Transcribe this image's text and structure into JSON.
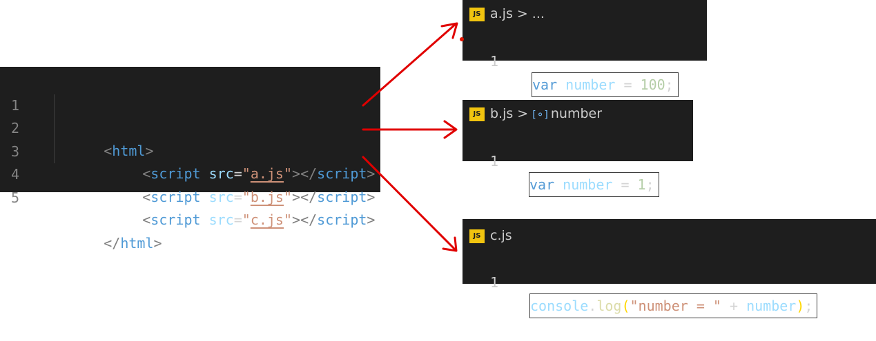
{
  "html_file": {
    "lines": [
      {
        "num": "1",
        "open": "<",
        "tag": "html",
        "close": ">"
      },
      {
        "num": "2",
        "indent": "    ",
        "open": "<",
        "tag": "script",
        "attr": "src",
        "eq": "=",
        "q1": "\"",
        "file": "a.js",
        "q2": "\"",
        "mid": "></",
        "tag2": "script",
        "close": ">"
      },
      {
        "num": "3",
        "indent": "    ",
        "open": "<",
        "tag": "script",
        "attr": "src",
        "eq": "=",
        "q1": "\"",
        "file": "b.js",
        "q2": "\"",
        "mid": "></",
        "tag2": "script",
        "close": ">"
      },
      {
        "num": "4",
        "indent": "    ",
        "open": "<",
        "tag": "script",
        "attr": "src",
        "eq": "=",
        "q1": "\"",
        "file": "c.js",
        "q2": "\"",
        "mid": "></",
        "tag2": "script",
        "close": ">"
      },
      {
        "num": "5",
        "open": "</",
        "tag": "html",
        "close": ">"
      }
    ]
  },
  "files": {
    "a": {
      "icon": "JS",
      "name": "a.js",
      "chevron": ">",
      "crumb": "...",
      "line_num": "1",
      "code": {
        "kw": "var",
        "var": "number",
        "op": " = ",
        "num": "100",
        "end": ";"
      }
    },
    "b": {
      "icon": "JS",
      "name": "b.js",
      "chevron": ">",
      "crumb_icon": "symbol-variable-icon",
      "crumb": "number",
      "line_num": "1",
      "code": {
        "kw": "var",
        "var": "number",
        "op": " = ",
        "num": "1",
        "end": ";"
      }
    },
    "c": {
      "icon": "JS",
      "name": "c.js",
      "line_num": "1",
      "code": {
        "obj": "console",
        "dot": ".",
        "fn": "log",
        "p1": "(",
        "str": "\"number = \"",
        "op": " + ",
        "var": "number",
        "p2": ")",
        "end": ";"
      }
    }
  },
  "colors": {
    "arrow": "#e00000",
    "editor_bg": "#1e1e1e",
    "js_icon": "#f1c40f"
  }
}
